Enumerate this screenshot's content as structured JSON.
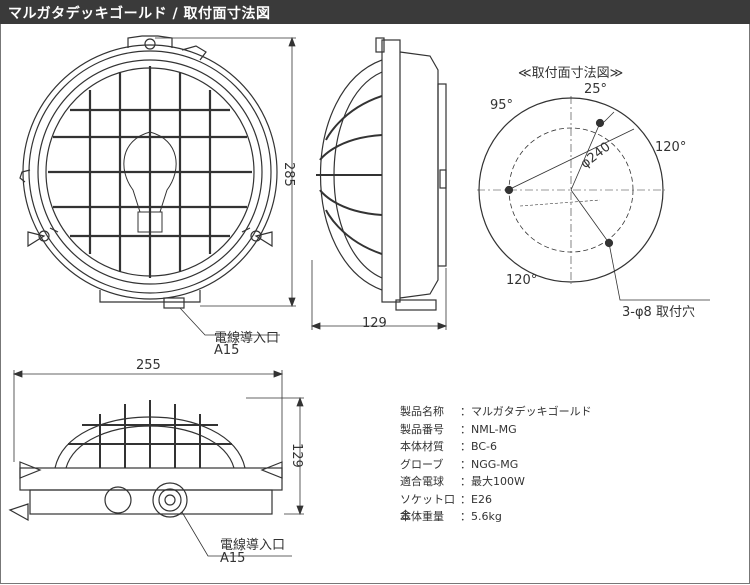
{
  "header": {
    "title": "マルガタデッキゴールド / 取付面寸法図"
  },
  "front_view": {
    "height_dim": "285",
    "cable_label": "電線導入口",
    "cable_size": "A15"
  },
  "side_view": {
    "depth_dim": "129"
  },
  "mount_view": {
    "title": "≪取付面寸法図≫",
    "angle_25": "25°",
    "angle_95": "95°",
    "angle_120_right": "120°",
    "angle_120_bottom": "120°",
    "diameter": "φ240",
    "hole_label": "3-φ8 取付穴"
  },
  "bottom_view": {
    "width_dim": "255",
    "height_dim": "129",
    "cable_label": "電線導入口",
    "cable_size": "A15"
  },
  "specs": [
    {
      "key": "製品名称",
      "value": "：マルガタデッキゴールド"
    },
    {
      "key": "製品番号",
      "value": "：NML-MG"
    },
    {
      "key": "本体材質",
      "value": "：BC-6"
    },
    {
      "key": "グローブ",
      "value": "：NGG-MG"
    },
    {
      "key": "適合電球",
      "value": "：最大100W"
    },
    {
      "key": "ソケット口金",
      "value": "：E26"
    },
    {
      "key": "本体重量",
      "value": "：5.6kg"
    }
  ]
}
